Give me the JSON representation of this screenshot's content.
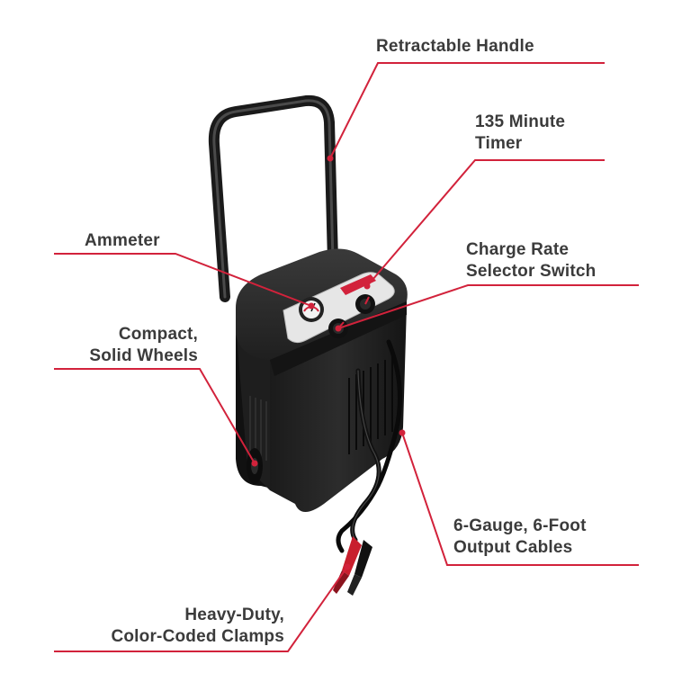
{
  "accent_color": "#d2223b",
  "callouts": {
    "retractable_handle": {
      "lines": [
        "Retractable Handle"
      ]
    },
    "timer": {
      "lines": [
        "135 Minute",
        "Timer"
      ]
    },
    "ammeter": {
      "lines": [
        "Ammeter"
      ]
    },
    "charge_rate": {
      "lines": [
        "Charge Rate",
        "Selector Switch"
      ]
    },
    "wheels": {
      "lines": [
        "Compact,",
        "Solid Wheels"
      ]
    },
    "cables": {
      "lines": [
        "6-Gauge, 6-Foot",
        "Output Cables"
      ]
    },
    "clamps": {
      "lines": [
        "Heavy-Duty,",
        "Color-Coded Clamps"
      ]
    }
  }
}
